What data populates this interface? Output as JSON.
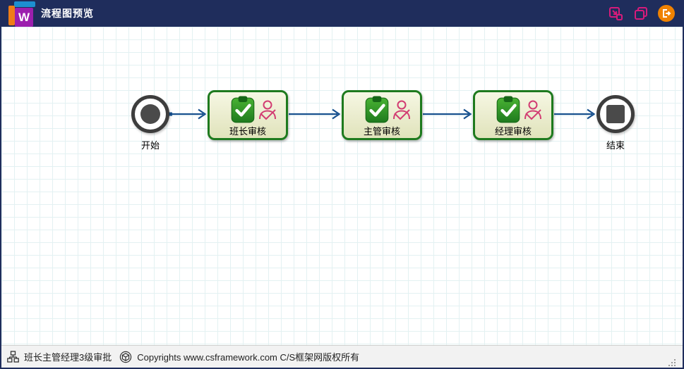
{
  "window": {
    "title": "流程图预览"
  },
  "titlebar": {
    "icons": [
      {
        "name": "resize-corner-icon"
      },
      {
        "name": "copy-windows-icon"
      },
      {
        "name": "logout-icon"
      }
    ]
  },
  "flowchart": {
    "start_label": "开始",
    "end_label": "结束",
    "tasks": [
      {
        "label": "班长审核",
        "icons": [
          "clipboard-check-icon",
          "person-icon"
        ]
      },
      {
        "label": "主管审核",
        "icons": [
          "clipboard-check-icon",
          "person-icon"
        ]
      },
      {
        "label": "经理审核",
        "icons": [
          "clipboard-check-icon",
          "person-icon"
        ]
      }
    ]
  },
  "statusbar": {
    "workflow_name": "班长主管经理3级审批",
    "workflow_icon": "org-chart-icon",
    "copyright_icon": "package-cube-icon",
    "copyright": "Copyrights www.csframework.com C/S框架网版权所有"
  },
  "colors": {
    "titlebar_bg": "#1f2d5c",
    "accent_magenta": "#d81b7b",
    "accent_orange": "#f08200",
    "node_border_green": "#1e7a1e",
    "node_bg": "#eef0cf",
    "arrow_blue": "#17508e",
    "clipboard_green": "#2e9427",
    "person_pink": "#d23c72",
    "grid_line": "#e3f1f2"
  }
}
